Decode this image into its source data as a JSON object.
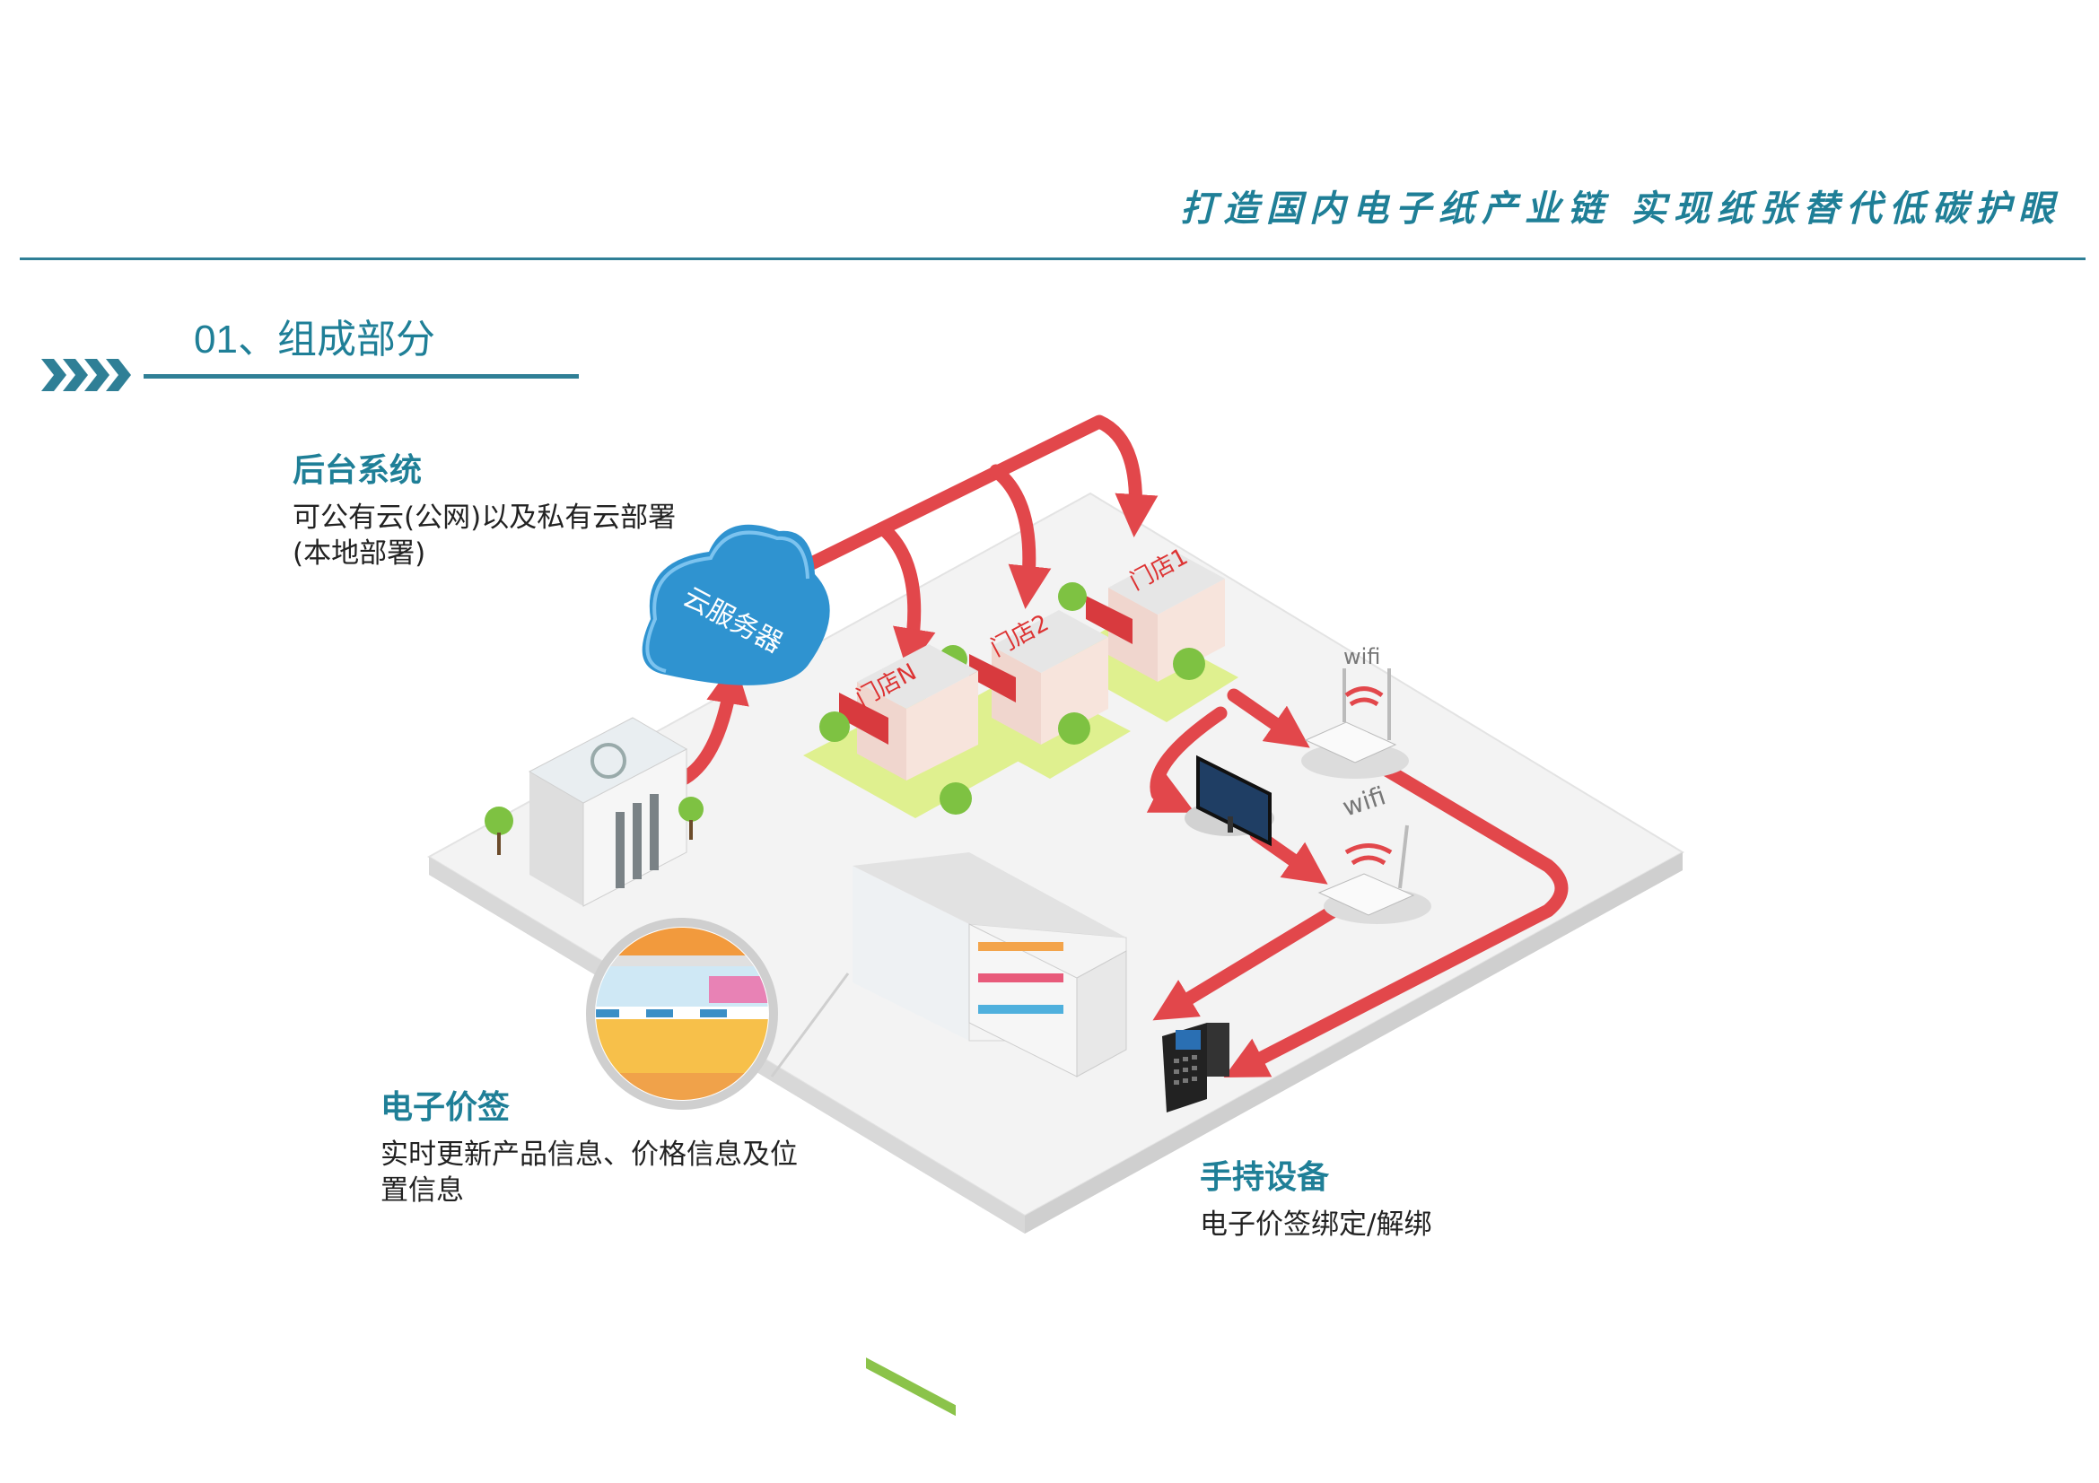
{
  "header": {
    "slogan": "打造国内电子纸产业链 实现纸张替代低碳护眼"
  },
  "section": {
    "number": "01、",
    "title": "组成部分"
  },
  "backend": {
    "title": "后台系统",
    "desc_line1": "可公有云(公网)以及私有云部署",
    "desc_line2": "(本地部署)"
  },
  "esl": {
    "title": "电子价签",
    "desc_line1": "实时更新产品信息、价格信息及位",
    "desc_line2": "置信息"
  },
  "handheld": {
    "title": "手持设备",
    "desc": "电子价签绑定/解绑"
  },
  "diagram": {
    "cloud_label": "云服务器",
    "stores": [
      "门店1",
      "门店2",
      "门店N"
    ],
    "wifi_label": "wifi",
    "colors": {
      "arrow": "#e2474b",
      "cloud": "#2f93d0",
      "platform": "#eeeeee",
      "accent": "#1f7f97"
    }
  }
}
